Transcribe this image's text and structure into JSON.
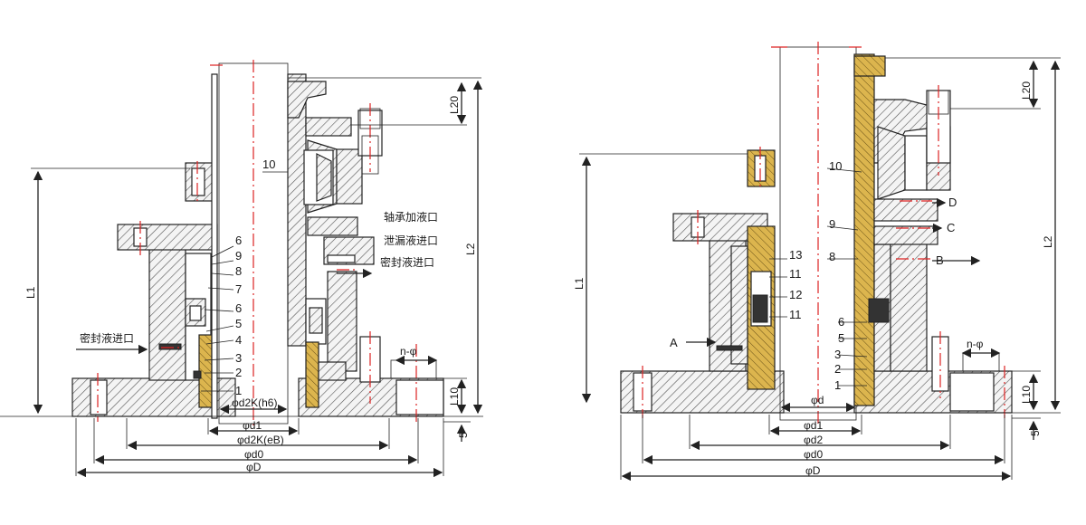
{
  "left": {
    "parts": [
      "10",
      "6",
      "9",
      "8",
      "7",
      "6",
      "5",
      "4",
      "3",
      "2",
      "1"
    ],
    "ports": {
      "bearing_fill": "轴承加液口",
      "leak_inlet": "泄漏液进口",
      "seal_inlet_right": "密封液进口",
      "seal_inlet_left": "密封液进口"
    },
    "dims": {
      "L1": "L1",
      "L2": "L2",
      "L20": "L20",
      "L10": "L10",
      "five": "5",
      "d2k": "φd2K(h6)",
      "d1": "φd1",
      "d2K": "φd2K(eB)",
      "d0": "φd0",
      "D": "φD",
      "nphi": "n-φ"
    }
  },
  "right": {
    "parts_left": [
      "13",
      "11",
      "12",
      "11"
    ],
    "parts_right": [
      "10",
      "9",
      "8",
      "6",
      "5",
      "3",
      "2",
      "1"
    ],
    "ports": {
      "A": "A",
      "B": "B",
      "C": "C",
      "D": "D"
    },
    "dims": {
      "L1": "L1",
      "L2": "L2",
      "L20": "L20",
      "L10": "L10",
      "five": "5",
      "d": "φd",
      "d1": "φd1",
      "d2": "φd2",
      "d0": "φd0",
      "D": "φD",
      "nphi": "n-φ"
    }
  },
  "colors": {
    "centerline": "#d22",
    "brass": "#d9b24a",
    "hatch": "#444"
  }
}
